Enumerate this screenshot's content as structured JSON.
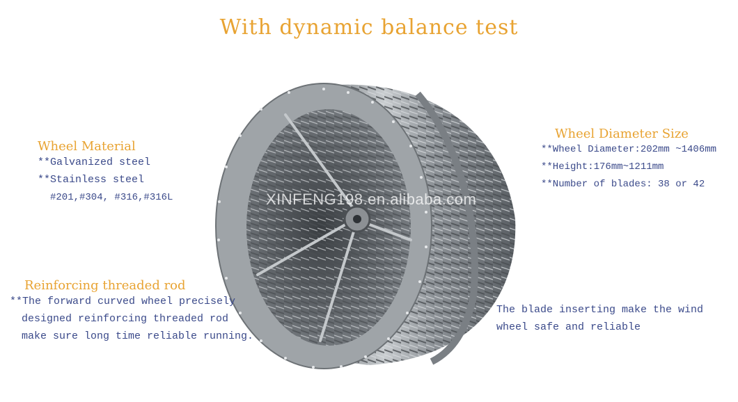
{
  "title": "With dynamic balance test",
  "material": {
    "heading": "Wheel Material",
    "lines": [
      "**Galvanized steel",
      "**Stainless steel",
      "#201,#304, #316,#316L"
    ]
  },
  "diameter": {
    "heading": "Wheel Diameter Size",
    "lines": [
      "**Wheel Diameter:202mm ~1406mm",
      "**Height:176mm~1211mm",
      "**Number of blades: 38 or 42"
    ]
  },
  "rod": {
    "heading": "Reinforcing threaded rod",
    "lines": [
      "**The forward curved wheel precisely",
      "designed reinforcing threaded rod",
      "make sure long time reliable running."
    ]
  },
  "blade": {
    "lines": [
      "The blade inserting make the wind",
      "wheel safe and reliable"
    ]
  },
  "watermark": "XINFENG198.en.alibaba.com",
  "colors": {
    "heading": "#e8a332",
    "body_text": "#3b4a8a"
  }
}
